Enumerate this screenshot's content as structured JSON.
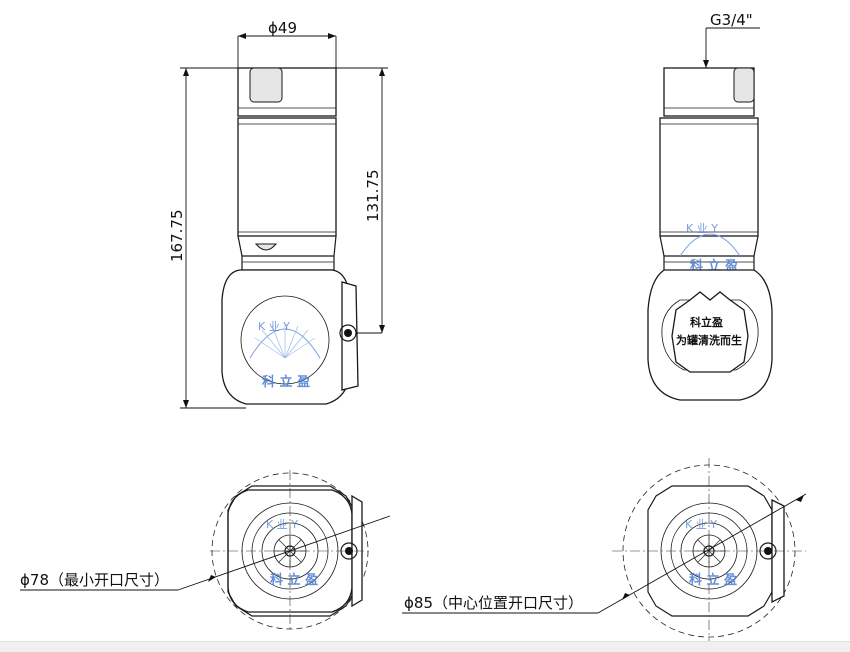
{
  "dimensions": {
    "diameter_top": "ϕ49",
    "height_total": "167.75",
    "height_partial": "131.75",
    "thread": "G3/4\"",
    "min_opening": "ϕ78（最小开口尺寸）",
    "center_opening": "ϕ85（中心位置开口尺寸）"
  },
  "watermark": {
    "letters": "K  业  Y",
    "brand": "科 立 盈"
  },
  "nozzle_label": {
    "line1": "科立盈",
    "line2": "为罐清洗而生"
  }
}
